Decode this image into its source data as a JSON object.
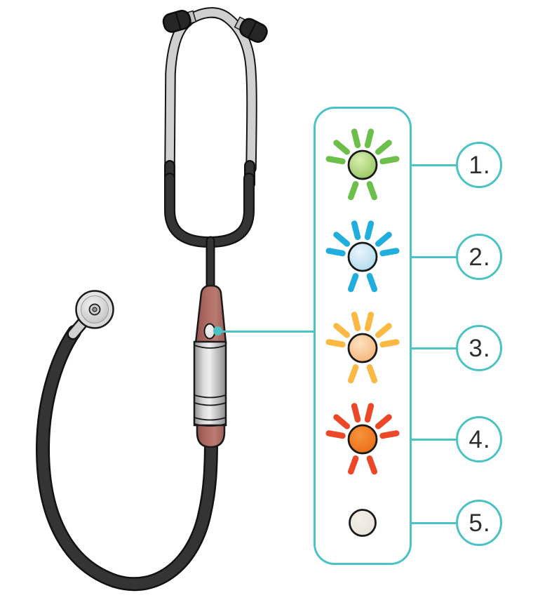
{
  "accent_color": "#4bc2c4",
  "stethoscope": {
    "name": "electronic-stethoscope",
    "body_color": "#ae6b63",
    "metal_color": "#d0d0d0",
    "tube_color": "#343434",
    "led_window_color": "#d9d9d9"
  },
  "legend": {
    "items": [
      {
        "label": "1.",
        "icon": "led-green-flashing-icon",
        "ray_color": "#6cc04a",
        "core_inner": "#d9edae",
        "core_outer": "#8ac054",
        "flashing": true
      },
      {
        "label": "2.",
        "icon": "led-blue-flashing-icon",
        "ray_color": "#1faedd",
        "core_inner": "#eaf5fc",
        "core_outer": "#a5d5ec",
        "flashing": true
      },
      {
        "label": "3.",
        "icon": "led-amber-flashing-icon",
        "ray_color": "#fbb843",
        "core_inner": "#fce2c0",
        "core_outer": "#f5ab6d",
        "flashing": true
      },
      {
        "label": "4.",
        "icon": "led-red-flashing-icon",
        "ray_color": "#ec4726",
        "core_inner": "#f6933b",
        "core_outer": "#e96814",
        "flashing": true
      },
      {
        "label": "5.",
        "icon": "led-off-icon",
        "ray_color": null,
        "core_inner": "#f4f0e8",
        "core_outer": "#e7e2d6",
        "flashing": false
      }
    ]
  }
}
